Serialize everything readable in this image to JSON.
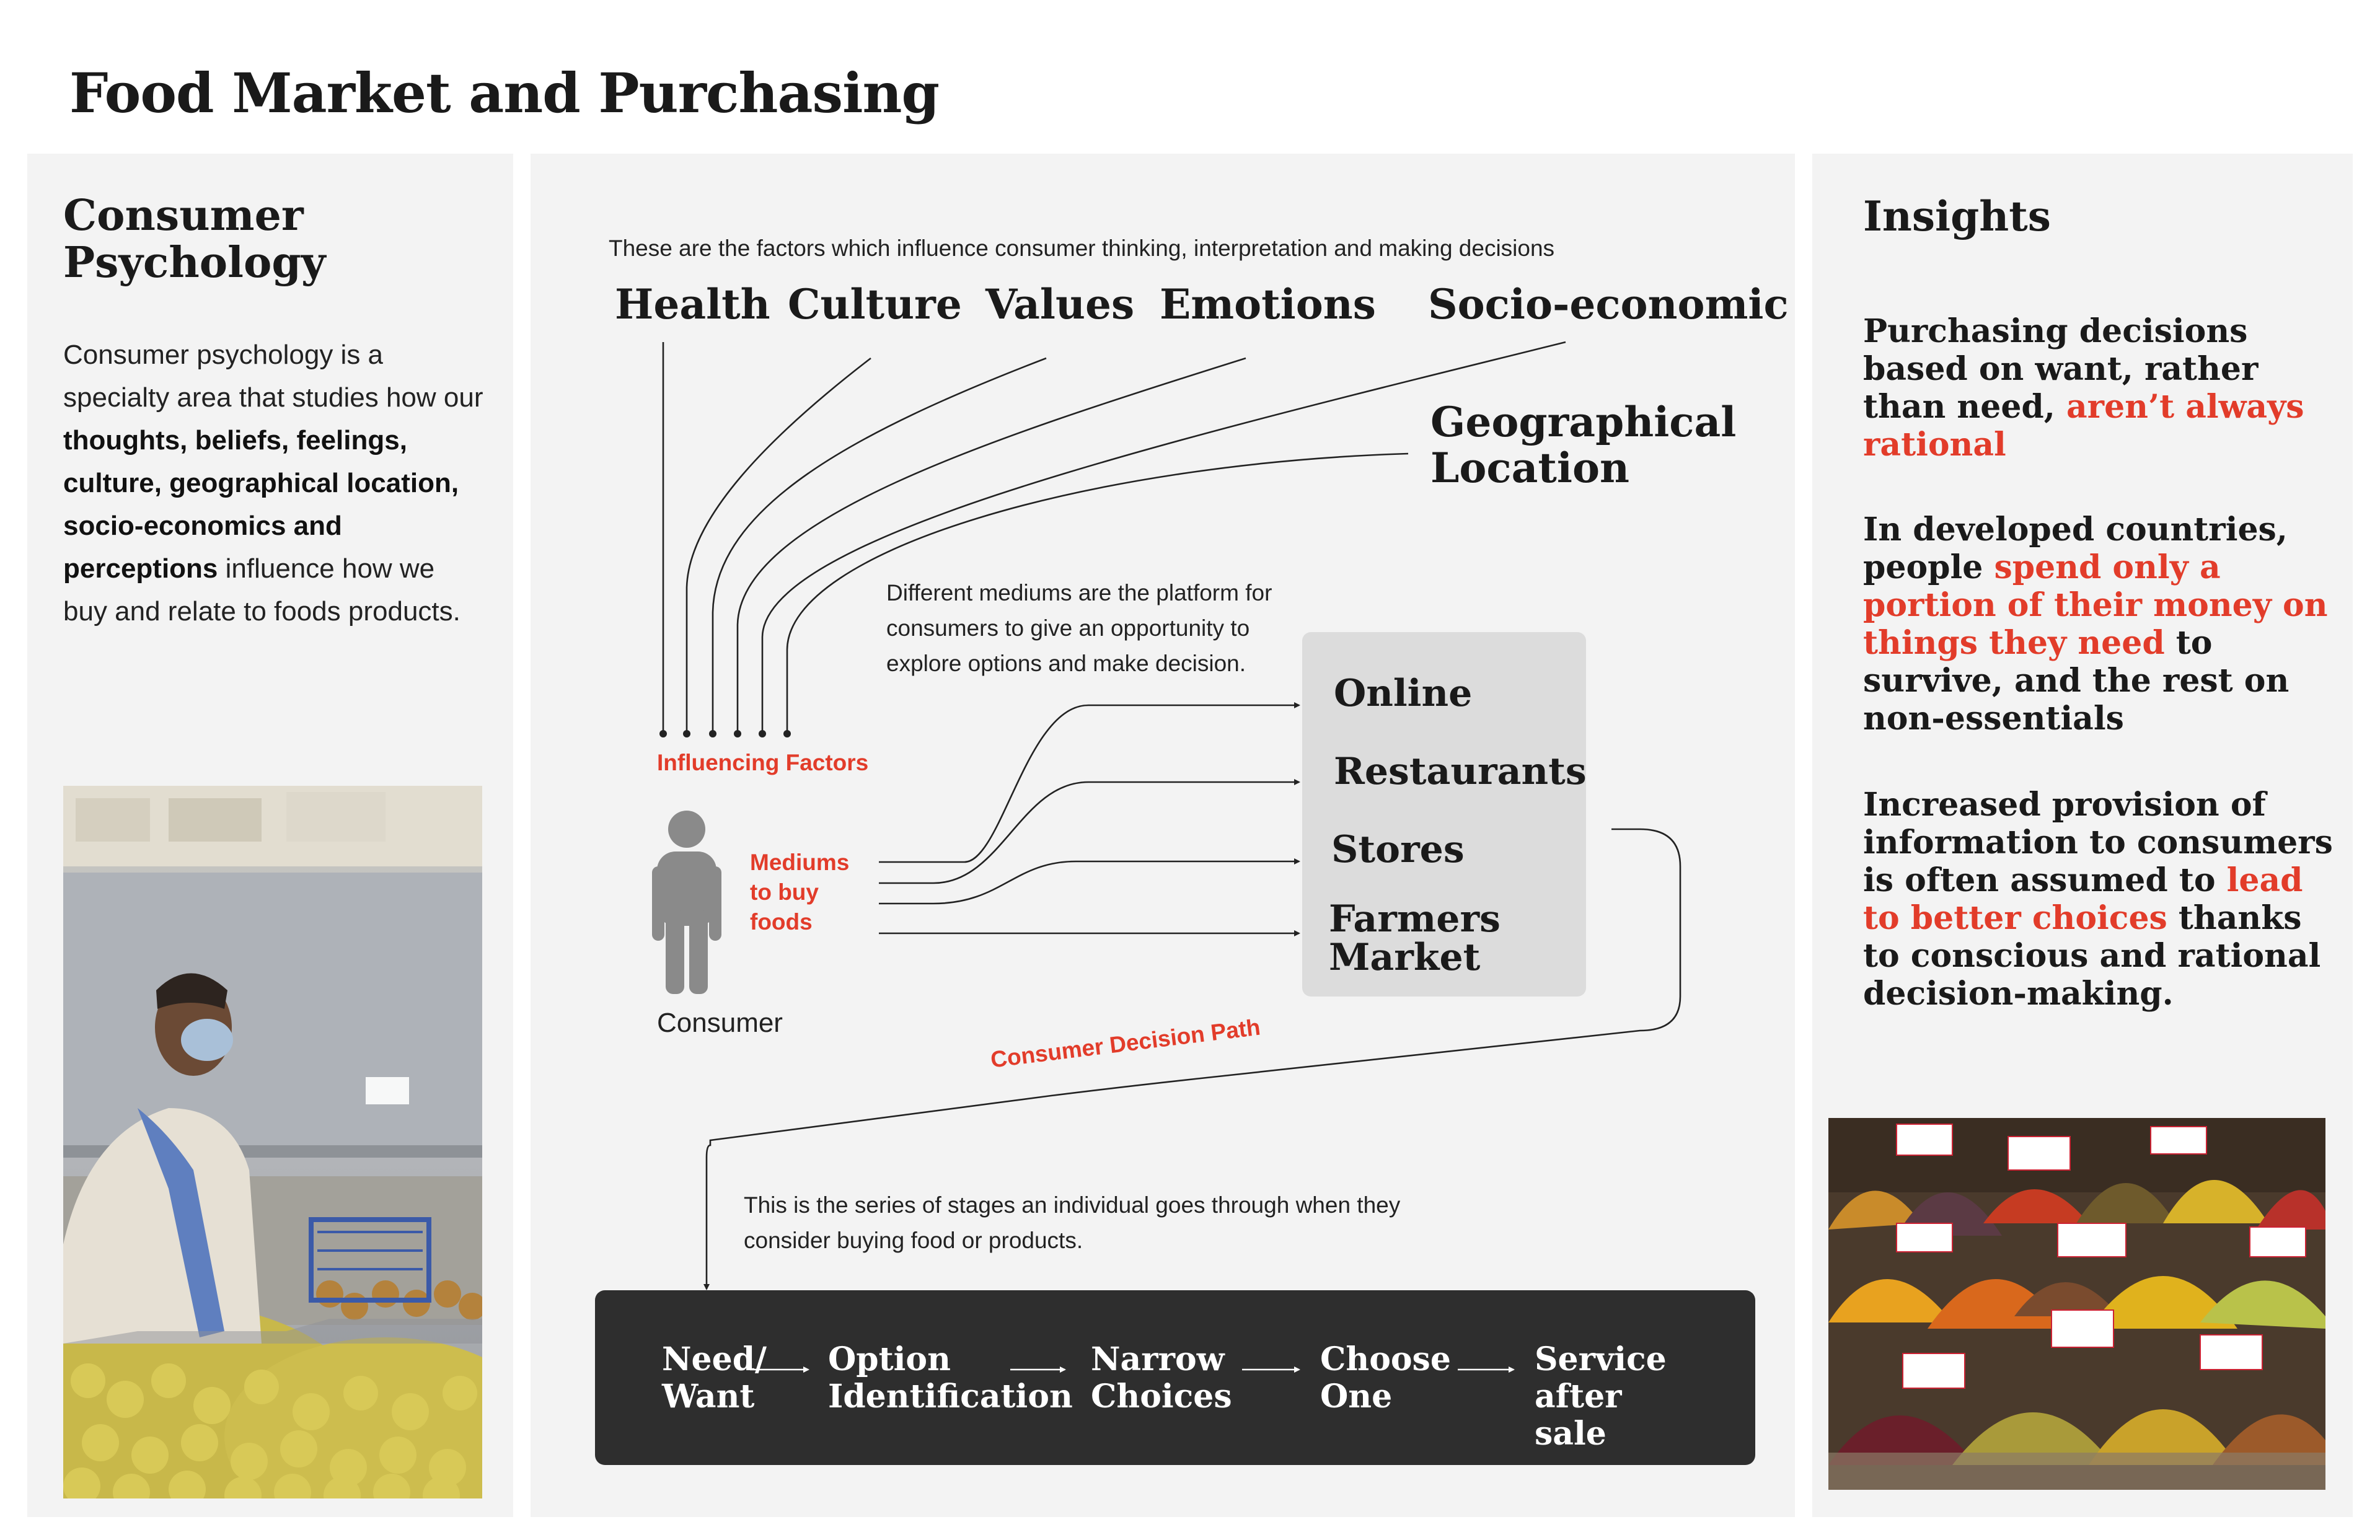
{
  "title": "Food Market and Purchasing",
  "left_panel": {
    "heading": "Consumer Psychology",
    "body_pre": "Consumer psychology is a specialty area that studies how our ",
    "body_bold_1": "thoughts, beliefs, feelings, culture, geographical location, socio-economics and perceptions",
    "body_post": " influence how we buy and relate to foods products."
  },
  "center_panel": {
    "factors_note": "These are the factors which influence consumer thinking, interpretation and making decisions",
    "factors": [
      "Health",
      "Culture",
      "Values",
      "Emotions",
      "Socio-economic",
      "Geographical Location"
    ],
    "influencing_label": "Influencing Factors",
    "mediums_note": "Different mediums are the platform for consumers to give an opportunity to explore options and make decision.",
    "mediums_label": "Mediums to buy foods",
    "consumer_label": "Consumer",
    "mediums": [
      "Online",
      "Restaurants",
      "Stores",
      "Farmers Market"
    ],
    "path_label": "Consumer Decision Path",
    "stages_note": "This is the series of stages an individual goes through when they consider buying food or products.",
    "stages": [
      "Need/ Want",
      "Option Identification",
      "Narrow Choices",
      "Choose One",
      "Service after sale"
    ]
  },
  "right_panel": {
    "heading": "Insights",
    "insight_1": {
      "pre": "Purchasing decisions based on want, rather than need, ",
      "highlight": "aren’t always rational",
      "post": ""
    },
    "insight_2": {
      "pre": "In developed countries, people ",
      "highlight": "spend only a portion of their money on things they need",
      "post": " to survive, and the rest on non-essentials"
    },
    "insight_3": {
      "pre": "Increased provision of information to consumers is often assumed to ",
      "highlight": "lead to better choices",
      "post": " thanks to conscious and rational decision-making."
    }
  },
  "colors": {
    "accent_red": "#e23c2a",
    "panel_bg": "#f3f3f3",
    "medium_box": "#dcdcdc",
    "stage_bar": "#2e2e2e",
    "person_icon": "#8a8a8a"
  }
}
